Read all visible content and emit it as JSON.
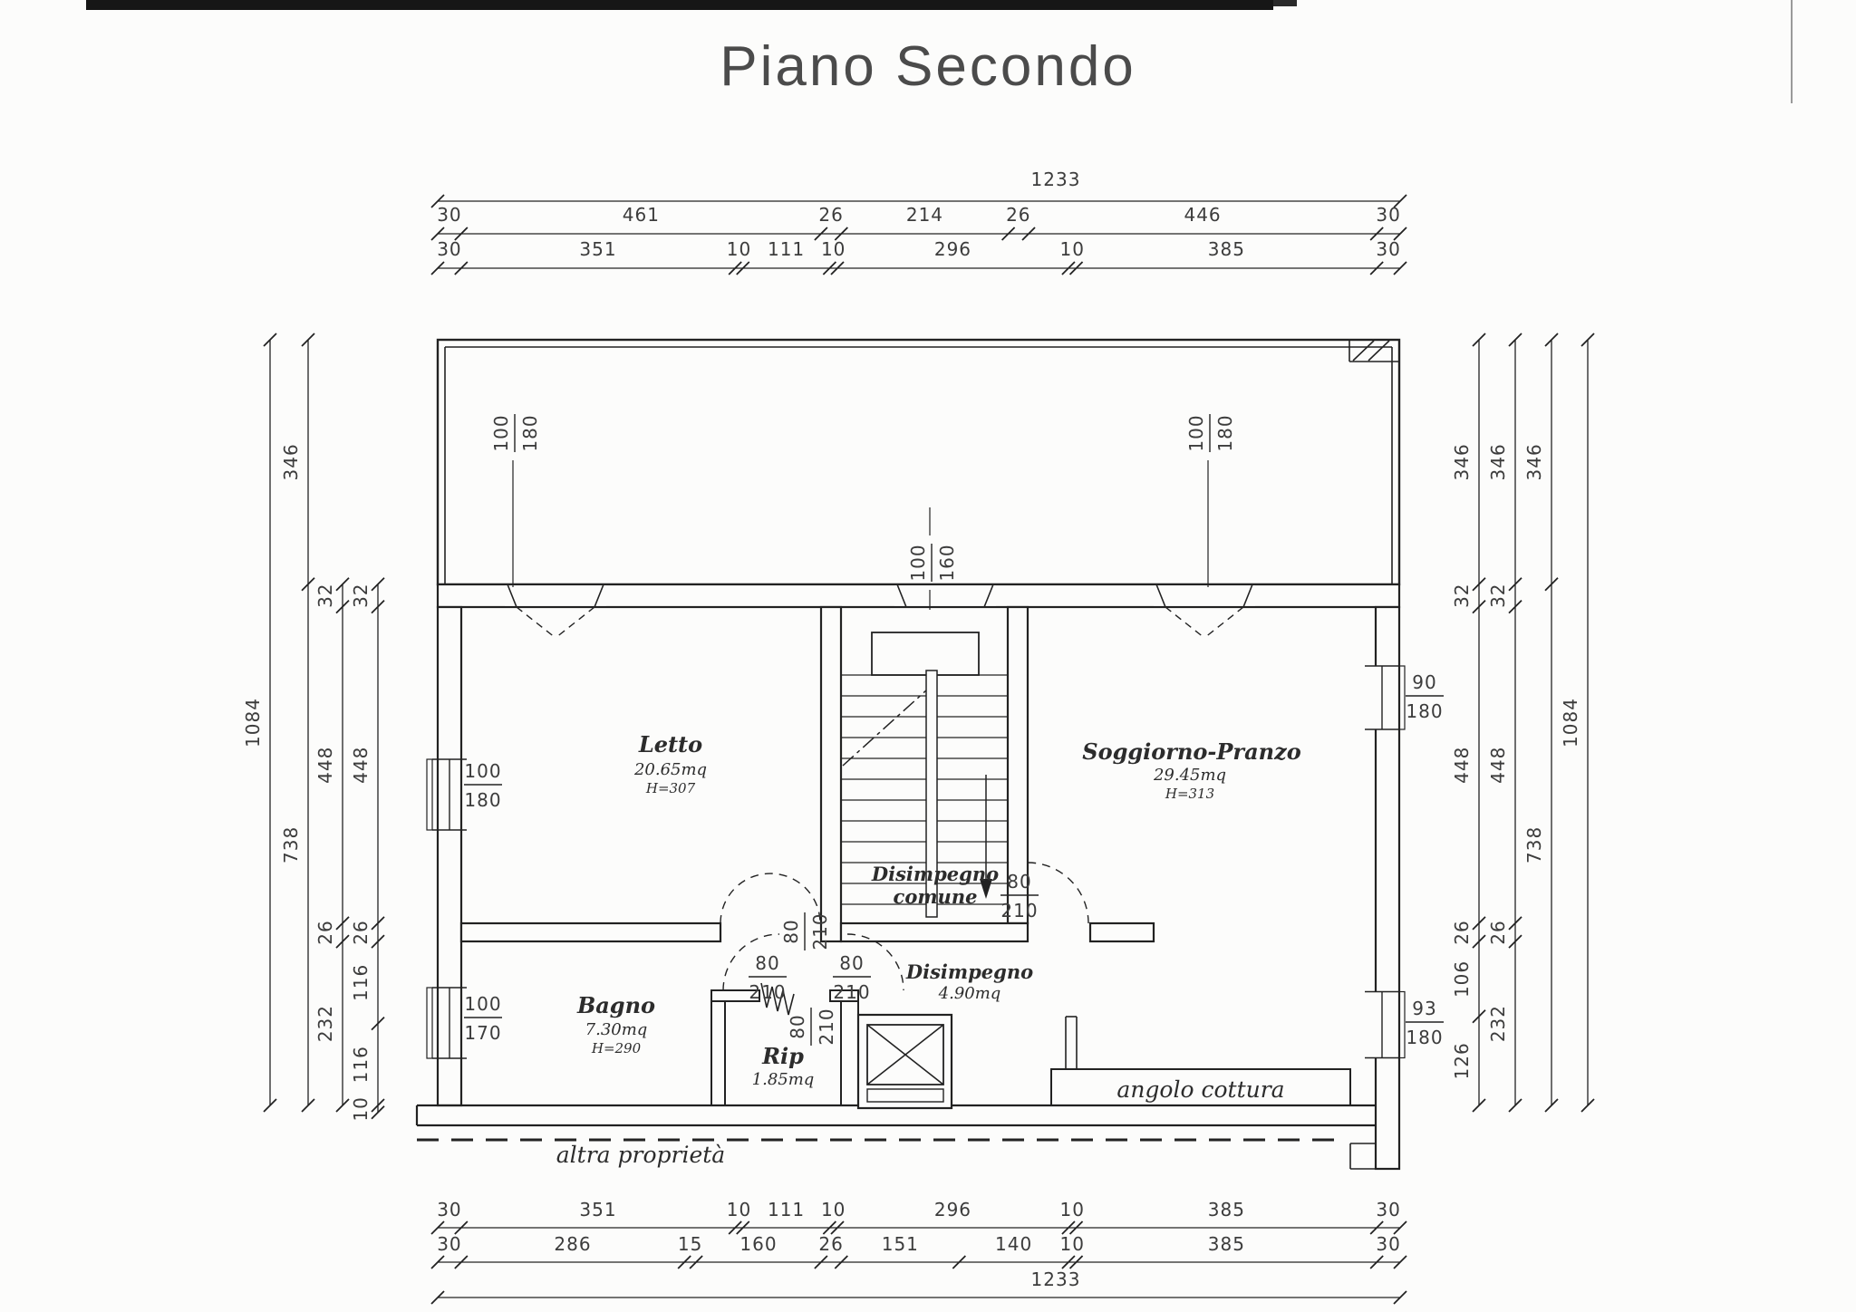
{
  "title": "Piano Secondo",
  "rooms": [
    {
      "lines": [
        "Letto",
        "20.65mq",
        "H=307"
      ]
    },
    {
      "lines": [
        "Soggiorno-Pranzo",
        "29.45mq",
        "H=313"
      ]
    },
    {
      "lines": [
        "Disimpegno",
        "comune"
      ]
    },
    {
      "lines": [
        "Disimpegno",
        "4.90mq"
      ]
    },
    {
      "lines": [
        "Bagno",
        "7.30mq",
        "H=290"
      ]
    },
    {
      "lines": [
        "Rip",
        "1.85mq"
      ]
    },
    {
      "lines": [
        "angolo cottura"
      ]
    },
    {
      "lines": [
        "altra proprietà"
      ]
    }
  ],
  "dimensions": {
    "top_rows": [
      {
        "values": [
          1233
        ]
      },
      {
        "values": [
          30,
          461,
          26,
          214,
          26,
          446,
          30
        ]
      },
      {
        "values": [
          30,
          351,
          10,
          111,
          10,
          296,
          10,
          385,
          30
        ]
      }
    ],
    "bottom_rows": [
      {
        "values": [
          30,
          351,
          10,
          111,
          10,
          296,
          10,
          385,
          30
        ]
      },
      {
        "values": [
          30,
          286,
          15,
          160,
          26,
          151,
          140,
          10,
          385,
          30
        ]
      },
      {
        "values": [
          1233
        ]
      }
    ],
    "left_cols": [
      {
        "values": [
          1084
        ]
      },
      {
        "values": [
          346,
          738
        ]
      },
      {
        "start": 346,
        "values": [
          32,
          448,
          26,
          232
        ]
      },
      {
        "start": 346,
        "values": [
          32,
          448,
          26,
          116,
          116,
          10
        ]
      }
    ],
    "right_cols": [
      {
        "values": [
          346,
          32,
          448,
          26,
          106,
          126
        ]
      },
      {
        "values": [
          346,
          32,
          448,
          26,
          232
        ]
      },
      {
        "values": [
          346,
          738
        ]
      },
      {
        "values": [
          1084
        ]
      }
    ]
  },
  "door_labels": [
    {
      "over": "100",
      "under": "180"
    },
    {
      "over": "100",
      "under": "160"
    },
    {
      "over": "100",
      "under": "180"
    },
    {
      "over": "100",
      "under": "180"
    },
    {
      "over": "100",
      "under": "170"
    },
    {
      "over": "90",
      "under": "180"
    },
    {
      "over": "93",
      "under": "180"
    },
    {
      "over": "80",
      "under": "210"
    },
    {
      "over": "80",
      "under": "210"
    },
    {
      "over": "80",
      "under": "210"
    },
    {
      "over": "80",
      "under": "210"
    },
    {
      "over": "80",
      "under": "210"
    }
  ]
}
